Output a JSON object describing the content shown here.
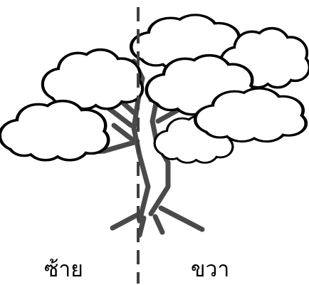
{
  "labels": {
    "left": "ซ้าย",
    "right": "ขวา"
  },
  "colors": {
    "trunk": "#4a4a4a",
    "cloud_fill": "#ffffff",
    "cloud_outline": "#000000",
    "divider": "#404040",
    "text": "#000000"
  },
  "icons": {
    "tree": "cartoon-tree-icon",
    "divider": "dashed-vertical-line"
  }
}
